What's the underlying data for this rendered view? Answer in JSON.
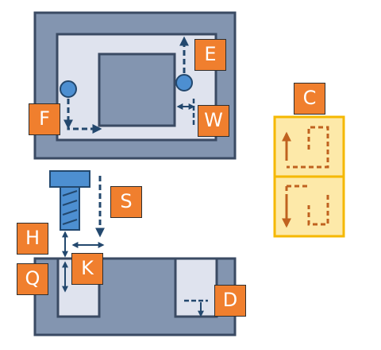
{
  "colors": {
    "accent": "#f07f2e",
    "frame": "#8395b0",
    "frame_border": "#3a4a63",
    "panel": "#dfe3ee",
    "arrow": "#23486e",
    "bolt": "#4d8fd1",
    "yellow_fill": "#fde9a9",
    "yellow_border": "#f5b800",
    "dash_orange": "#c0621f"
  },
  "icons": [
    "bolt-icon",
    "dowel-icon",
    "dimension-arrow-icon",
    "loop-path-icon"
  ],
  "labels": {
    "E": "E",
    "F": "F",
    "W": "W",
    "C": "C",
    "S": "S",
    "H": "H",
    "K": "K",
    "Q": "Q",
    "D": "D"
  }
}
